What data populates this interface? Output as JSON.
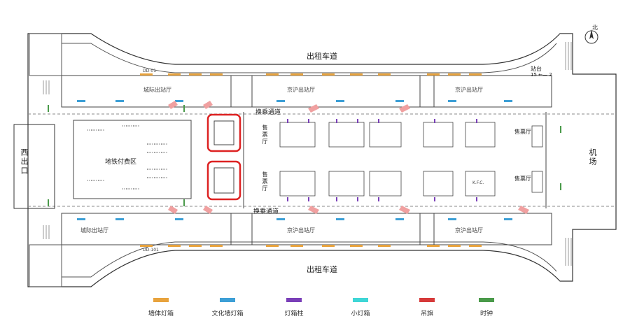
{
  "map": {
    "road_top": "出租车道",
    "road_bottom": "出租车道",
    "west_exit": "西出口",
    "east_area": "机场",
    "subway_area": "地铁付费区",
    "transfer_top": "换乘通道",
    "transfer_bottom": "换乘通道",
    "ticket_office": "售票厅",
    "north": "北",
    "platform": "站台",
    "platform_num": "15 ←— 2",
    "zones_top": [
      "城际出站厅",
      "京沪出站厅",
      "京沪出站厅"
    ],
    "zones_bottom": [
      "城际出站厅",
      "京沪出站厅",
      "京沪出站厅"
    ],
    "kfc": "K.F.C.",
    "code_top": "DD-01",
    "code_bottom": "DD-101"
  },
  "legend": [
    {
      "label": "墙体灯箱",
      "color": "#e8a33d"
    },
    {
      "label": "文化墙灯箱",
      "color": "#3d9fd6"
    },
    {
      "label": "灯箱柱",
      "color": "#7a3fb8"
    },
    {
      "label": "小灯箱",
      "color": "#3fd6d6"
    },
    {
      "label": "吊旗",
      "color": "#d63a3a"
    },
    {
      "label": "时钟",
      "color": "#4a9a4a"
    }
  ]
}
